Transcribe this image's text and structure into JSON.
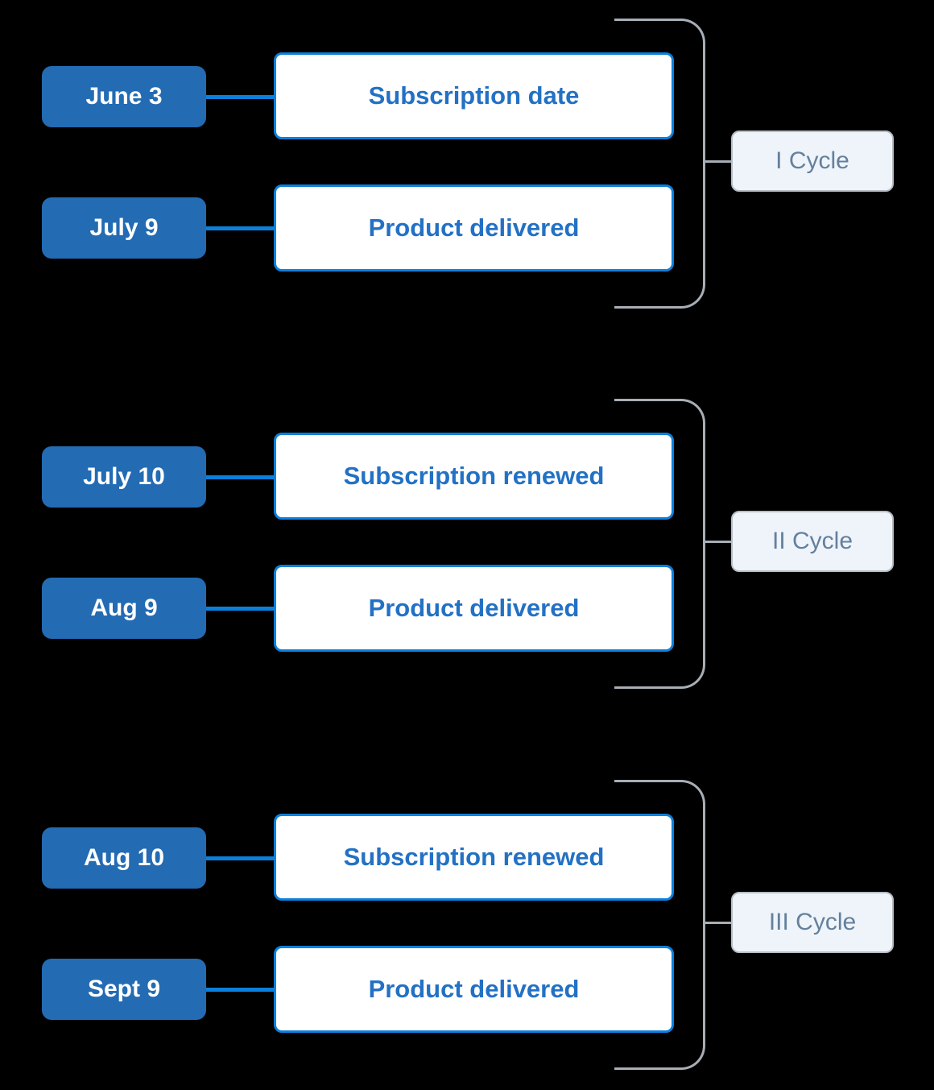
{
  "diagram_title": "subscription-billing-cycles",
  "colors": {
    "background": "#000000",
    "badge_bg": "#236bb3",
    "badge_text": "#ffffff",
    "connector_blue": "#0a80dc",
    "event_border": "#0d80dc",
    "event_bg": "#ffffff",
    "event_text": "#2371c4",
    "bracket_gray": "#a8aeb5",
    "label_bg": "#eef4fa",
    "label_border": "#b7bdc4",
    "label_text": "#64809c"
  },
  "cycles": [
    {
      "label": "I Cycle",
      "rows": [
        {
          "date": "June 3",
          "event": "Subscription date"
        },
        {
          "date": "July 9",
          "event": "Product delivered"
        }
      ]
    },
    {
      "label": "II Cycle",
      "rows": [
        {
          "date": "July 10",
          "event": "Subscription renewed"
        },
        {
          "date": "Aug 9",
          "event": "Product delivered"
        }
      ]
    },
    {
      "label": "III Cycle",
      "rows": [
        {
          "date": "Aug 10",
          "event": "Subscription renewed"
        },
        {
          "date": "Sept 9",
          "event": "Product delivered"
        }
      ]
    }
  ]
}
